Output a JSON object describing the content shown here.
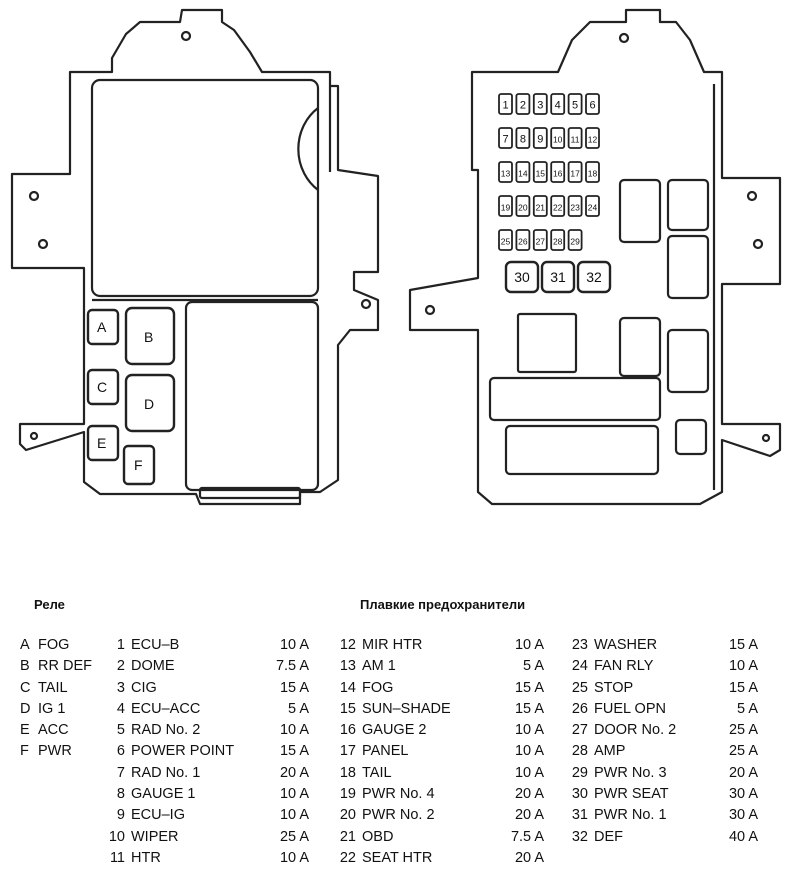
{
  "left_box": {
    "relays": [
      "A",
      "B",
      "C",
      "D",
      "E",
      "F"
    ]
  },
  "right_box": {
    "fuses_row1": [
      "1",
      "2",
      "3",
      "4",
      "5",
      "6"
    ],
    "fuses_row2": [
      "7",
      "8",
      "9",
      "10",
      "11",
      "12"
    ],
    "fuses_row3": [
      "13",
      "14",
      "15",
      "16",
      "17",
      "18"
    ],
    "fuses_row4": [
      "19",
      "20",
      "21",
      "22",
      "23",
      "24"
    ],
    "fuses_row5": [
      "25",
      "26",
      "27",
      "28",
      "29"
    ],
    "large_fuses": [
      "30",
      "31",
      "32"
    ]
  },
  "legend": {
    "relays_title": "Реле",
    "fuses_title": "Плавкие предохранители",
    "relays": [
      {
        "key": "A",
        "name": "FOG"
      },
      {
        "key": "B",
        "name": "RR DEF"
      },
      {
        "key": "C",
        "name": "TAIL"
      },
      {
        "key": "D",
        "name": "IG 1"
      },
      {
        "key": "E",
        "name": "ACC"
      },
      {
        "key": "F",
        "name": "PWR"
      }
    ],
    "fuses_col1": [
      {
        "num": "1",
        "name": "ECU–B",
        "amp": "10 A"
      },
      {
        "num": "2",
        "name": "DOME",
        "amp": "7.5 A"
      },
      {
        "num": "3",
        "name": "CIG",
        "amp": "15 A"
      },
      {
        "num": "4",
        "name": "ECU–ACC",
        "amp": "5 A"
      },
      {
        "num": "5",
        "name": "RAD No. 2",
        "amp": "10 A"
      },
      {
        "num": "6",
        "name": "POWER POINT",
        "amp": "15 A"
      },
      {
        "num": "7",
        "name": "RAD No. 1",
        "amp": "20 A"
      },
      {
        "num": "8",
        "name": "GAUGE 1",
        "amp": "10 A"
      },
      {
        "num": "9",
        "name": "ECU–IG",
        "amp": "10 A"
      },
      {
        "num": "10",
        "name": "WIPER",
        "amp": "25 A"
      },
      {
        "num": "11",
        "name": "HTR",
        "amp": "10 A"
      }
    ],
    "fuses_col2": [
      {
        "num": "12",
        "name": "MIR HTR",
        "amp": "10 A"
      },
      {
        "num": "13",
        "name": "AM 1",
        "amp": "5 A"
      },
      {
        "num": "14",
        "name": "FOG",
        "amp": "15 A"
      },
      {
        "num": "15",
        "name": "SUN–SHADE",
        "amp": "15 A"
      },
      {
        "num": "16",
        "name": "GAUGE 2",
        "amp": "10 A"
      },
      {
        "num": "17",
        "name": "PANEL",
        "amp": "10 A"
      },
      {
        "num": "18",
        "name": "TAIL",
        "amp": "10 A"
      },
      {
        "num": "19",
        "name": "PWR No. 4",
        "amp": "20 A"
      },
      {
        "num": "20",
        "name": "PWR No. 2",
        "amp": "20 A"
      },
      {
        "num": "21",
        "name": "OBD",
        "amp": "7.5 A"
      },
      {
        "num": "22",
        "name": "SEAT HTR",
        "amp": "20 A"
      }
    ],
    "fuses_col3": [
      {
        "num": "23",
        "name": "WASHER",
        "amp": "15 A"
      },
      {
        "num": "24",
        "name": "FAN RLY",
        "amp": "10 A"
      },
      {
        "num": "25",
        "name": "STOP",
        "amp": "15 A"
      },
      {
        "num": "26",
        "name": "FUEL OPN",
        "amp": "5 A"
      },
      {
        "num": "27",
        "name": "DOOR No. 2",
        "amp": "25 A"
      },
      {
        "num": "28",
        "name": "AMP",
        "amp": "25 A"
      },
      {
        "num": "29",
        "name": "PWR No. 3",
        "amp": "20 A"
      },
      {
        "num": "30",
        "name": "PWR SEAT",
        "amp": "30 A"
      },
      {
        "num": "31",
        "name": "PWR No. 1",
        "amp": "30 A"
      },
      {
        "num": "32",
        "name": "DEF",
        "amp": "40 A"
      }
    ]
  }
}
